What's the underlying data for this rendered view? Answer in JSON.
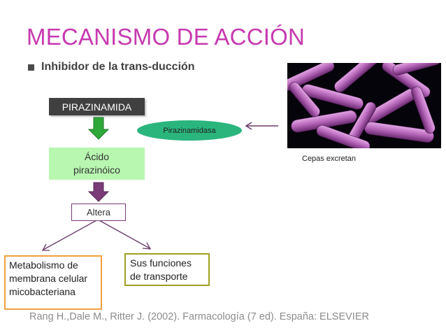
{
  "slide": {
    "title": "MECANISMO DE ACCIÓN",
    "bullet": "Inhibidor de la trans-ducción",
    "citation": "Rang H.,Dale M., Ritter J. (2002). Farmacología (7 ed). España: ELSEVIER"
  },
  "diagram": {
    "drug": "PIRAZINAMIDA",
    "enzyme": "Pirazinamidasa",
    "product_line1": "Ácido",
    "product_line2": "pirazinóico",
    "effect": "Altera",
    "target_left_lines": [
      "Metabolismo de",
      "membrana celular",
      "micobacteriana"
    ],
    "target_right_lines": [
      "Sus funciones",
      "de transporte"
    ],
    "photo_caption": "Cepas excretan"
  },
  "colors": {
    "title": "#c73ab0",
    "drug_box": "#404040",
    "product_box": "#b8f7b0",
    "enzyme_ellipse": "#2ab57d",
    "arrow_green": "#2fa83a",
    "arrow_purple": "#7a3b78",
    "left_box_border": "#f0a040",
    "right_box_border": "#a0a020",
    "bacteria": "#c77bc9"
  },
  "icons": {
    "bullet": "square-bullet",
    "photo": "mycobacteria-micrograph"
  }
}
